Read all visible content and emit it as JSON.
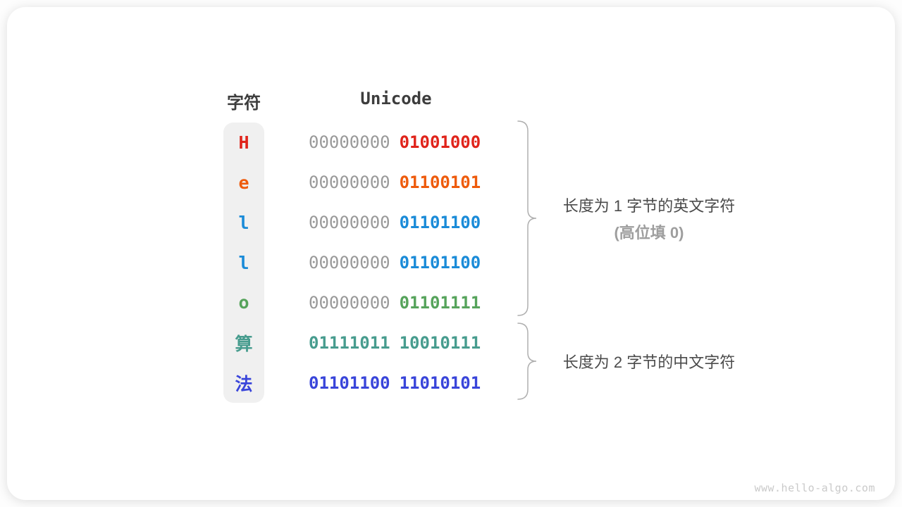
{
  "headers": {
    "char": "字符",
    "unicode": "Unicode"
  },
  "table": {
    "rows": [
      {
        "char": "H",
        "color": "#e0241b",
        "byte1": "00000000",
        "byte1_color": "#999999",
        "byte2": "01001000"
      },
      {
        "char": "e",
        "color": "#ee5b0c",
        "byte1": "00000000",
        "byte1_color": "#999999",
        "byte2": "01100101"
      },
      {
        "char": "l",
        "color": "#1a8bd8",
        "byte1": "00000000",
        "byte1_color": "#999999",
        "byte2": "01101100"
      },
      {
        "char": "l",
        "color": "#1a8bd8",
        "byte1": "00000000",
        "byte1_color": "#999999",
        "byte2": "01101100"
      },
      {
        "char": "o",
        "color": "#56a35b",
        "byte1": "00000000",
        "byte1_color": "#999999",
        "byte2": "01101111"
      },
      {
        "char": "算",
        "color": "#479c8e",
        "byte1": "01111011",
        "byte1_color": "#479c8e",
        "byte2": "10010111"
      },
      {
        "char": "法",
        "color": "#3945da",
        "byte1": "01101100",
        "byte1_color": "#3945da",
        "byte2": "11010101"
      }
    ]
  },
  "annotations": {
    "group_english": {
      "line1": "长度为 1 字节的英文字符",
      "line2": "(高位填 0)"
    },
    "group_chinese": {
      "line1": "长度为 2 字节的中文字符"
    }
  },
  "colors": {
    "header_text": "#3d3d3d",
    "gray_byte": "#999999",
    "char_column_bg": "#f0f0f0",
    "brace": "#afafaf",
    "label_text": "#4b4b4b",
    "label_sub_text": "#9e9e9e",
    "watermark": "#cacaca"
  },
  "watermark": "www.hello-algo.com"
}
